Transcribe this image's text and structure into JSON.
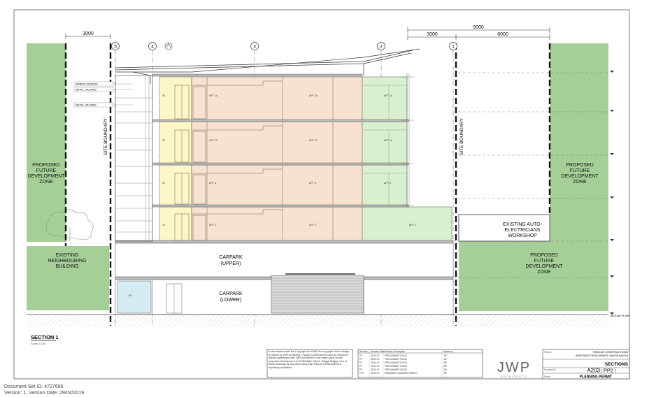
{
  "dimensions": {
    "left_3000": "3000",
    "right_9000": "9000",
    "right_3000": "3000",
    "right_6000": "6000"
  },
  "grid_lines": [
    "5",
    "4",
    "3",
    "2",
    "1"
  ],
  "north_marker": "",
  "zones": {
    "left_future_line1": "PROPOSED",
    "left_future_line2": "FUTURE",
    "left_future_line3": "DEVELOPMENT",
    "left_future_line4": "ZONE",
    "right_future_line1": "PROPOSED",
    "right_future_line2": "FUTURE",
    "right_future_line3": "DEVELOPMENT",
    "right_future_line4": "ZONE",
    "existing_neighbour_line1": "EXISTING",
    "existing_neighbour_line2": "NEIGHBOURING",
    "existing_neighbour_line3": "BUILDING",
    "workshop_line1": "EXISTING AUTO-",
    "workshop_line2": "ELECTRICIANS",
    "workshop_line3": "WORKSHOP",
    "lower_right_line1": "PROPOSED",
    "lower_right_line2": "FUTURE",
    "lower_right_line3": "DEVELOPMENT",
    "lower_right_line4": "ZONE"
  },
  "site_boundary_left": "SITE BOUNDARY",
  "site_boundary_right": "SITE BOUNDARY",
  "facade_labels": {
    "awning": "AWNING WINDOW",
    "louvres_1": "METAL LOUVRES",
    "louvres_2": "METAL LOUVRES"
  },
  "carpark_upper_line1": "CARPARK",
  "carpark_upper_line2": "(UPPER)",
  "carpark_lower_line1": "CARPARK",
  "carpark_lower_line2": "(LOWER)",
  "store": "S1",
  "levels": [
    {
      "unit_a": "40",
      "unit_b": "APT 14",
      "unit_c": "APT 14",
      "unit_d": "APT 14"
    },
    {
      "unit_a": "30",
      "unit_b": "APT 10",
      "unit_c": "APT 10",
      "unit_d": "APT 10"
    },
    {
      "unit_a": "20",
      "unit_b": "APT 6",
      "unit_c": "APT 6",
      "unit_d": "APT 6"
    },
    {
      "unit_a": "10",
      "unit_b": "APT 2",
      "unit_c": "APT 2",
      "unit_d": "APT 2"
    }
  ],
  "ground_label": "GROUND PLANE",
  "section_title": "SECTION 1",
  "section_scale": "Scale 1:100",
  "copyright_note": "In accordance with the Copyright Act 1968, the copyright of this design is owned by JWP Architects. Pascoe Constructions have an exclusive licence agreement with JWP Architects to use these plans for the proposed development at 52-56 Blake Street, Wagga Wagga. Use of these drawings by any other party than Pascoe Constructions is expressly prohibited.",
  "revisions": {
    "headers": [
      "Revision",
      "Revision Date",
      "Revision Description",
      "Drawn by"
    ],
    "rows": [
      [
        "P1",
        "01.04.19",
        "PRELIMINARY ISSUE",
        "JW"
      ],
      [
        "P2",
        "08.04.19",
        "PRELIMINARY ISSUE",
        "JW"
      ],
      [
        "P3",
        "15.04.19",
        "PRELIMINARY ISSUE",
        "JW"
      ],
      [
        "P4",
        "22.04.19",
        "PRELIMINARY ISSUE",
        "JW"
      ],
      [
        "P5",
        "25.04.19",
        "PRELIMINARY ISSUE",
        "JW"
      ],
      [
        "PP2",
        "29.04.19",
        "AMENDED PLANNING PERMIT",
        "JW"
      ]
    ]
  },
  "logo_text": "JWP",
  "logo_sub": "ARCHITECTS",
  "title_block": {
    "project_label": "Project",
    "client": "PASCOE CONSTRUCTIONS",
    "project": "APARTMENT DEVELOPMENT, WAGGA WAGGA",
    "drawing_title": "SECTIONS",
    "drawing_no_label": "Drawing No",
    "drawing_no": "A203",
    "revision": "PP2",
    "status_label": "Status",
    "status": "PLANNING PERMIT"
  },
  "footer": {
    "doc_set": "Document Set ID: 4727696",
    "version": "Version: 1, Version Date: 29/04/2019"
  },
  "colors": {
    "green_zone": "#a6cf98",
    "apartment": "#f9e1cf",
    "balcony": "#d9f0cf",
    "studio": "#fff6c8",
    "store": "#d5ecf5"
  }
}
